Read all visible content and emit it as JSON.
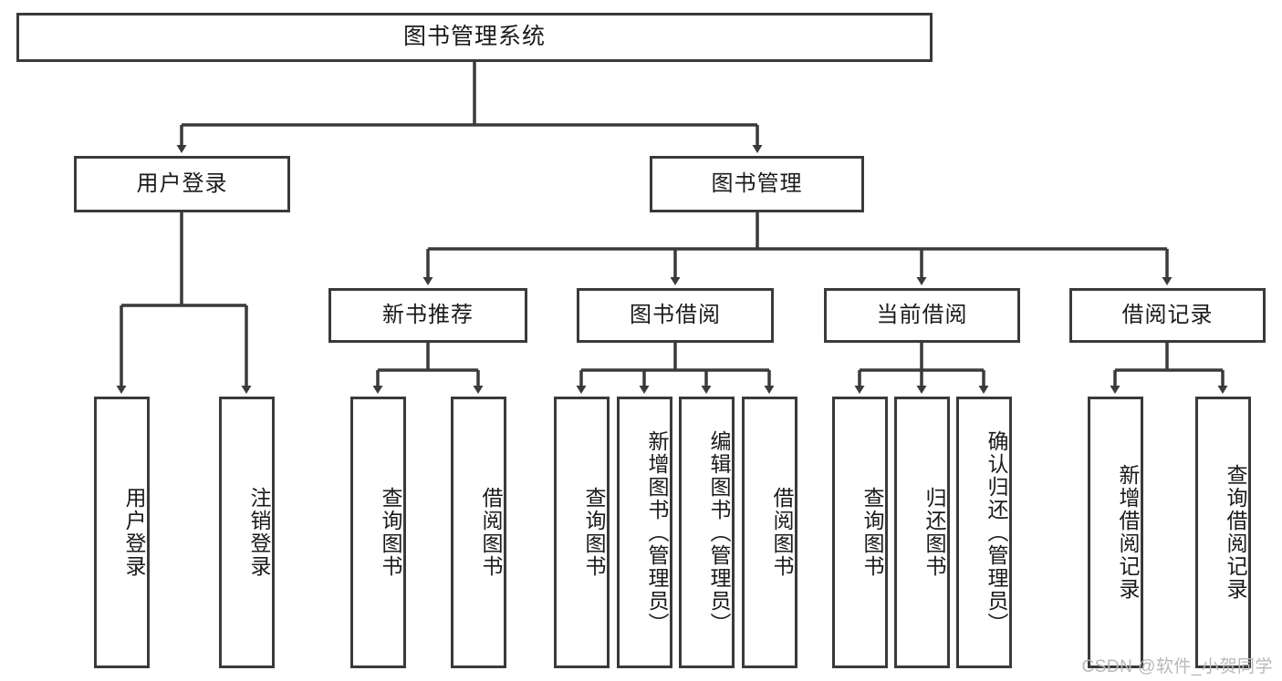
{
  "diagram": {
    "title": "图书管理系统",
    "root": {
      "id": "root",
      "label": "图书管理系统"
    },
    "level2": [
      {
        "id": "user-login",
        "label": "用户登录"
      },
      {
        "id": "book-manage",
        "label": "图书管理"
      }
    ],
    "level3": [
      {
        "id": "new-book-recommend",
        "label": "新书推荐"
      },
      {
        "id": "book-borrow",
        "label": "图书借阅"
      },
      {
        "id": "current-borrow",
        "label": "当前借阅"
      },
      {
        "id": "borrow-record",
        "label": "借阅记录"
      }
    ],
    "leaves": {
      "user_login": [
        {
          "id": "leaf-user-login",
          "label": "用户登录"
        },
        {
          "id": "leaf-logout",
          "label": "注销登录"
        }
      ],
      "new_book_recommend": [
        {
          "id": "leaf-query-book-1",
          "label": "查询图书"
        },
        {
          "id": "leaf-borrow-book-1",
          "label": "借阅图书"
        }
      ],
      "book_borrow": [
        {
          "id": "leaf-query-book-2",
          "label": "查询图书"
        },
        {
          "id": "leaf-add-book",
          "label": "新增图书（管理员）"
        },
        {
          "id": "leaf-edit-book",
          "label": "编辑图书（管理员）"
        },
        {
          "id": "leaf-borrow-book-2",
          "label": "借阅图书"
        }
      ],
      "current_borrow": [
        {
          "id": "leaf-query-book-3",
          "label": "查询图书"
        },
        {
          "id": "leaf-return-book",
          "label": "归还图书"
        },
        {
          "id": "leaf-confirm-return",
          "label": "确认归还（管理员）"
        }
      ],
      "borrow_record": [
        {
          "id": "leaf-add-record",
          "label": "新增借阅记录"
        },
        {
          "id": "leaf-query-record",
          "label": "查询借阅记录"
        }
      ]
    }
  },
  "watermark": {
    "text": "CSDN @软件_小贺同学"
  },
  "colors": {
    "stroke": "#3a3a3a",
    "background": "#ffffff",
    "text": "#1a1a1a",
    "watermark": "#b8b8b8"
  }
}
